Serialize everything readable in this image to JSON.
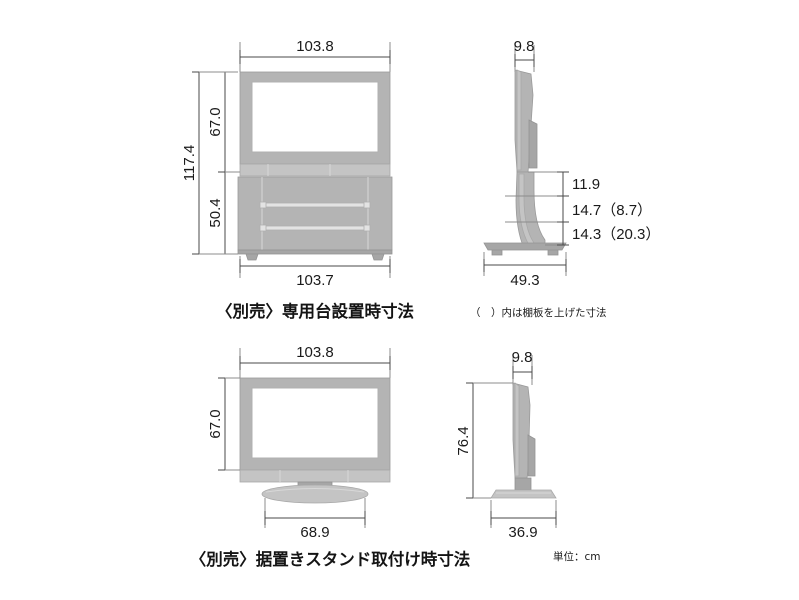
{
  "document": {
    "type": "technical-dimension-drawing",
    "unit_label": "単位：cm",
    "background_color": "#ffffff",
    "line_color": "#4a4a4a",
    "fill_color": "#b4b4b4"
  },
  "figures": [
    {
      "id": "cabinet-front",
      "view": "front",
      "caption": "〈別売〉専用台設置時寸法",
      "dimensions": {
        "top_width": "103.8",
        "bottom_width": "103.7",
        "total_height": "117.4",
        "upper_height": "67.0",
        "lower_height": "50.4"
      }
    },
    {
      "id": "cabinet-side",
      "view": "side",
      "note": "（　）内は棚板を上げた寸法",
      "dimensions": {
        "top_depth": "9.8",
        "base_depth": "49.3",
        "gap_1": "11.9",
        "gap_2": "14.7（8.7）",
        "gap_3": "14.3（20.3）"
      }
    },
    {
      "id": "stand-front",
      "view": "front",
      "caption": "〈別売〉据置きスタンド取付け時寸法",
      "dimensions": {
        "top_width": "103.8",
        "panel_height": "67.0",
        "base_width": "68.9"
      }
    },
    {
      "id": "stand-side",
      "view": "side",
      "dimensions": {
        "top_depth": "9.8",
        "total_height": "76.4",
        "base_depth": "36.9"
      }
    }
  ],
  "labels": {
    "f1_top_width": "103.8",
    "f1_bottom_width": "103.7",
    "f1_total_height": "117.4",
    "f1_upper_height": "67.0",
    "f1_lower_height": "50.4",
    "f1_caption": "〈別売〉専用台設置時寸法",
    "f2_top_depth": "9.8",
    "f2_base_depth": "49.3",
    "f2_gap1": "11.9",
    "f2_gap2": "14.7（8.7）",
    "f2_gap3": "14.3（20.3）",
    "f2_note": "（　）内は棚板を上げた寸法",
    "f3_top_width": "103.8",
    "f3_panel_height": "67.0",
    "f3_base_width": "68.9",
    "f3_caption": "〈別売〉据置きスタンド取付け時寸法",
    "f4_top_depth": "9.8",
    "f4_total_height": "76.4",
    "f4_base_depth": "36.9",
    "unit": "単位：cm"
  }
}
